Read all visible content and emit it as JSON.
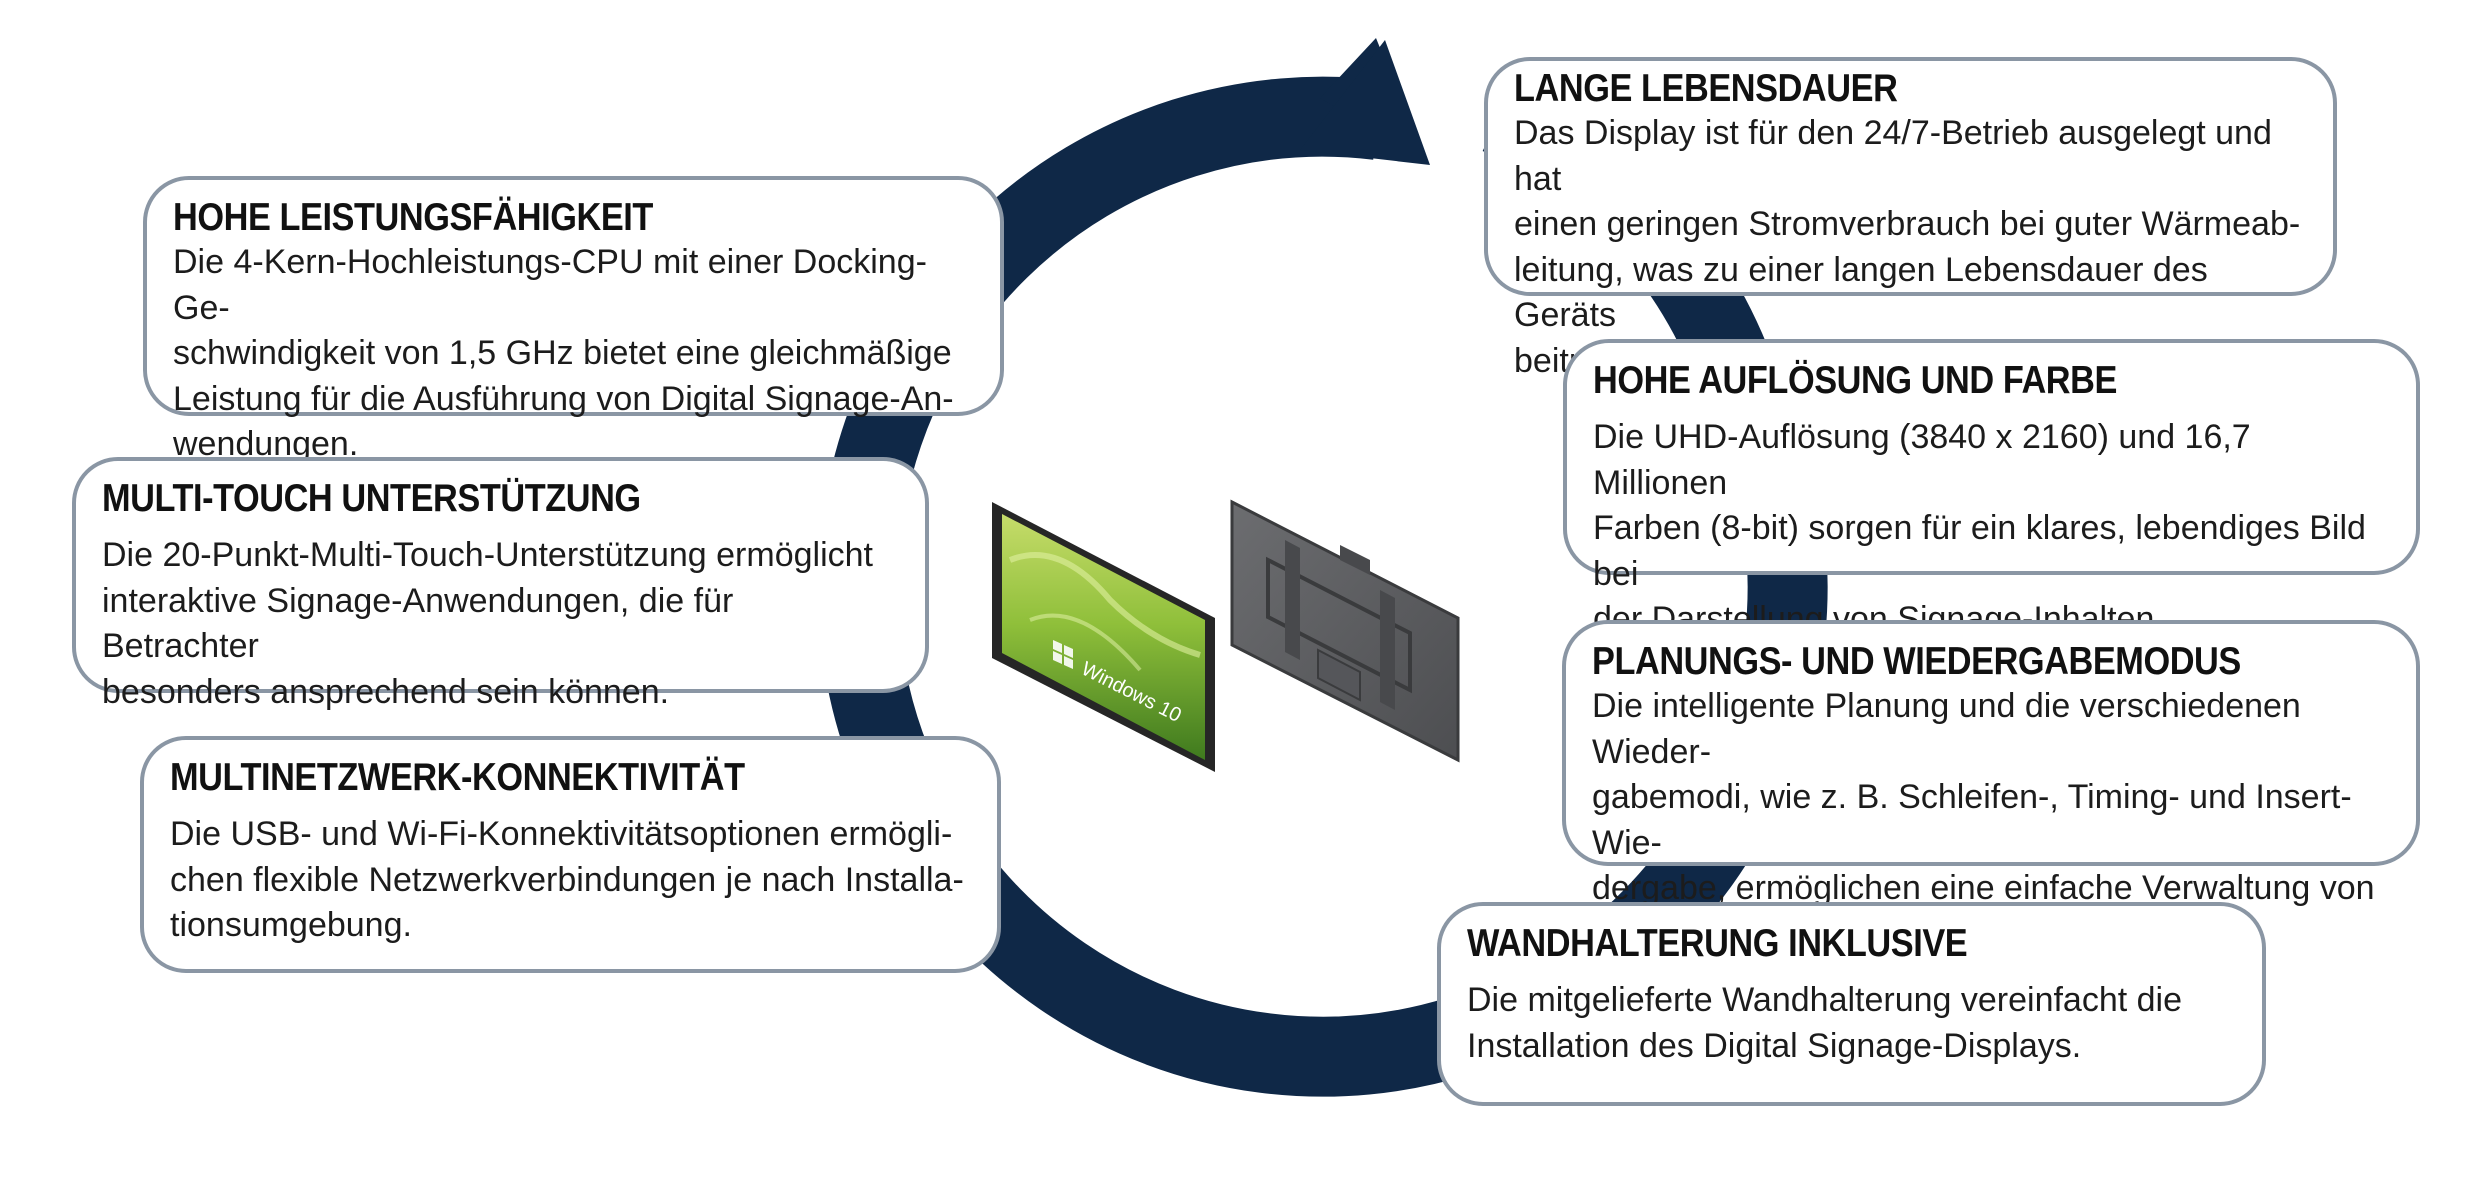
{
  "cards": {
    "leistung": {
      "title": "HOHE LEISTUNGSFÄHIGKEIT",
      "text": "Die 4-Kern-Hochleistungs-CPU mit einer Docking-Ge-\nschwindigkeit von 1,5 GHz bietet eine gleichmäßige\nLeistung für die Ausführung von Digital Signage-An-\nwendungen."
    },
    "touch": {
      "title": "MULTI-TOUCH UNTERSTÜTZUNG",
      "text": "Die 20-Punkt-Multi-Touch-Unterstützung ermöglicht\ninteraktive Signage-Anwendungen, die für Betrachter\nbesonders ansprechend sein können."
    },
    "netzwerk": {
      "title": "MULTINETZWERK-KONNEKTIVITÄT",
      "text": "Die USB- und Wi-Fi-Konnektivitätsoptionen ermögli-\nchen flexible Netzwerkverbindungen je nach Installa-\ntionsumgebung."
    },
    "lebensdauer": {
      "title": "LANGE LEBENSDAUER",
      "text": "Das Display ist für den 24/7-Betrieb ausgelegt und hat\neinen geringen Stromverbrauch bei guter Wärmeab-\nleitung, was zu einer langen Lebensdauer des Geräts\nbeitragen kann."
    },
    "aufloesung": {
      "title": "HOHE AUFLÖSUNG UND FARBE",
      "text": "Die UHD-Auflösung (3840 x 2160) und 16,7 Millionen\nFarben (8-bit) sorgen für ein klares, lebendiges Bild bei\nder Darstellung von Signage-Inhalten."
    },
    "planung": {
      "title": "PLANUNGS- UND WIEDERGABEMODUS",
      "text": "Die intelligente Planung und die verschiedenen Wieder-\ngabemodi, wie z. B. Schleifen-, Timing- und Insert-Wie-\ndergabe, ermöglichen eine einfache Verwaltung von\nDigital Signage-Inhalten."
    },
    "wandhalterung": {
      "title": "WANDHALTERUNG INKLUSIVE",
      "text": "Die mitgelieferte Wandhalterung vereinfacht die\nInstallation des Digital Signage-Displays."
    }
  },
  "product": {
    "screen_text": "Windows 10"
  },
  "colors": {
    "cycle_arrow": "#0f2847",
    "card_border": "#8a96a4",
    "bezel": "#2b2b2b",
    "back_panel": "#5f6063"
  },
  "icons": [
    "cycle-arrow-icon",
    "display-front-icon",
    "display-back-icon",
    "windows-logo-icon"
  ]
}
